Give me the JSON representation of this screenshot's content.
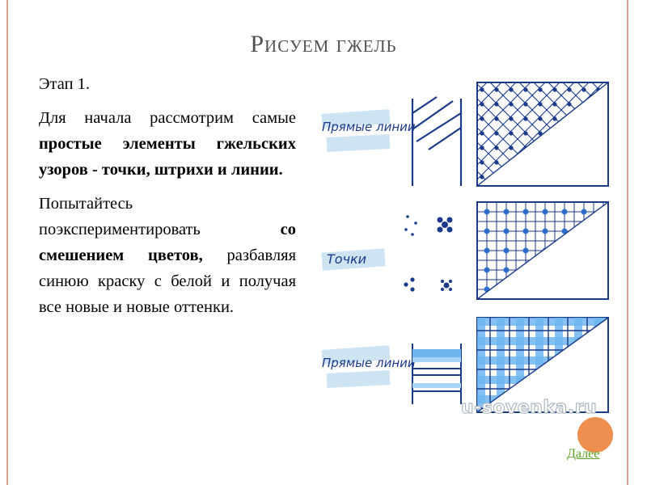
{
  "title": "Рисуем гжель",
  "stage": "Этап 1.",
  "paragraph1": {
    "lead": "Для начала рассмотрим самые ",
    "bold": "простые элементы гжельских узоров - точки, штрихи  и линии."
  },
  "paragraph2": {
    "lead": "Попытайтесь поэкспериментировать ",
    "bold": "со смешением цветов,",
    "tail": " разбавляя синюю краску с белой и получая все новые и новые оттенки."
  },
  "illustration": {
    "labels": [
      "Прямые линии",
      "Точки",
      "Прямые линии"
    ],
    "ink_color": "#1a3a8a",
    "light_blue": "#6fb6f0"
  },
  "watermark": "u-sovenka.ru",
  "next_link": "Далее",
  "colors": {
    "frame": "#d9a48f",
    "accent_circle": "#ef8f4f",
    "link": "#5aa01e"
  }
}
